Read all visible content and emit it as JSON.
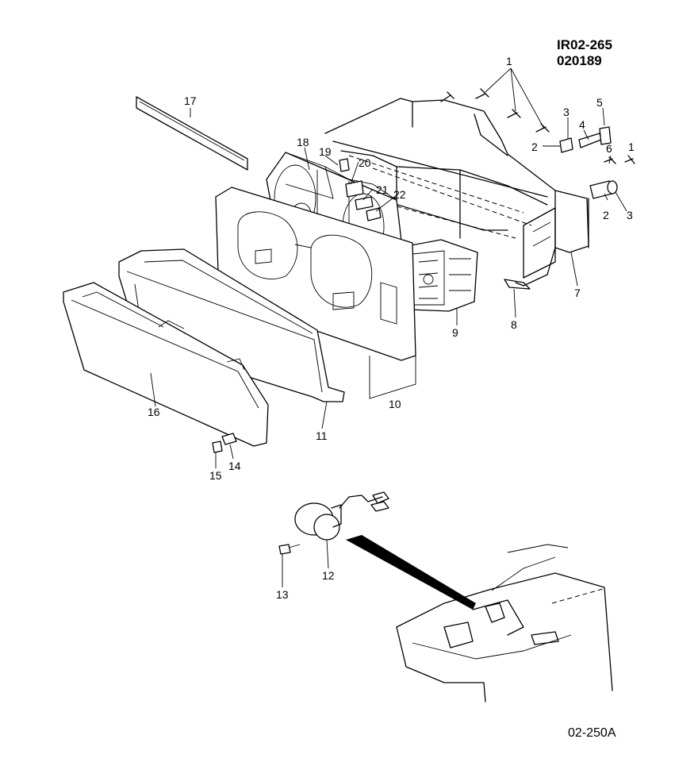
{
  "header": {
    "ref_code": "IR02-265",
    "ref_date": "020189"
  },
  "footer": {
    "figure_id": "02-250A"
  },
  "callouts": {
    "c1": "1",
    "c2": "2",
    "c3": "3",
    "c4": "4",
    "c5": "5",
    "c6": "6",
    "c7": "7",
    "c8": "8",
    "c9": "9",
    "c10": "10",
    "c11": "11",
    "c12": "12",
    "c13": "13",
    "c14": "14",
    "c15": "15",
    "c16": "16",
    "c17": "17",
    "c18": "18",
    "c19": "19",
    "c20": "20",
    "c21": "21",
    "c22": "22"
  }
}
